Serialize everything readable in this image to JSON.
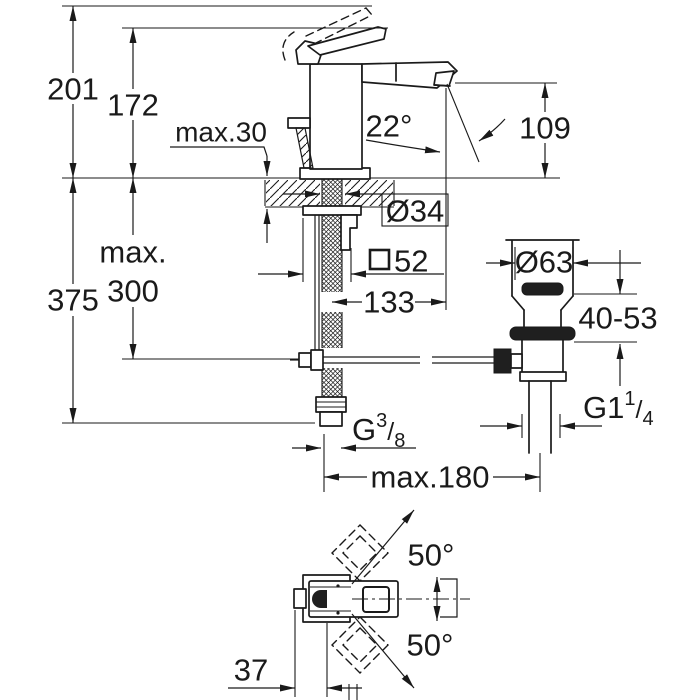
{
  "drawing": {
    "subject": "Single-lever basin mixer with pop-up waste — dimensional technical drawing",
    "colors": {
      "ink": "#1a1a1a",
      "background": "#ffffff"
    },
    "labels": {
      "height_total": "201",
      "height_body": "172",
      "deck_thickness_max": "max.30",
      "spray_angle": "22°",
      "spout_height": "109",
      "hole_diameter": "Ø34",
      "base_square_value": "52",
      "spout_reach": "133",
      "below_deck_max_line1": "max.",
      "below_deck_max_line2": "300",
      "below_deck_total": "375",
      "waste_flange_diameter": "Ø63",
      "waste_clamp_range": "40-53",
      "supply_thread_base": "G",
      "supply_thread_sup": "3",
      "supply_thread_slash": "/",
      "supply_thread_sub": "8",
      "waste_thread_base": "G1",
      "waste_thread_sup": "1",
      "waste_thread_slash": "/",
      "waste_thread_sub": "4",
      "reach_max": "max.180",
      "swivel_angle_upper": "50°",
      "swivel_angle_lower": "50°",
      "handle_offset": "37"
    }
  }
}
